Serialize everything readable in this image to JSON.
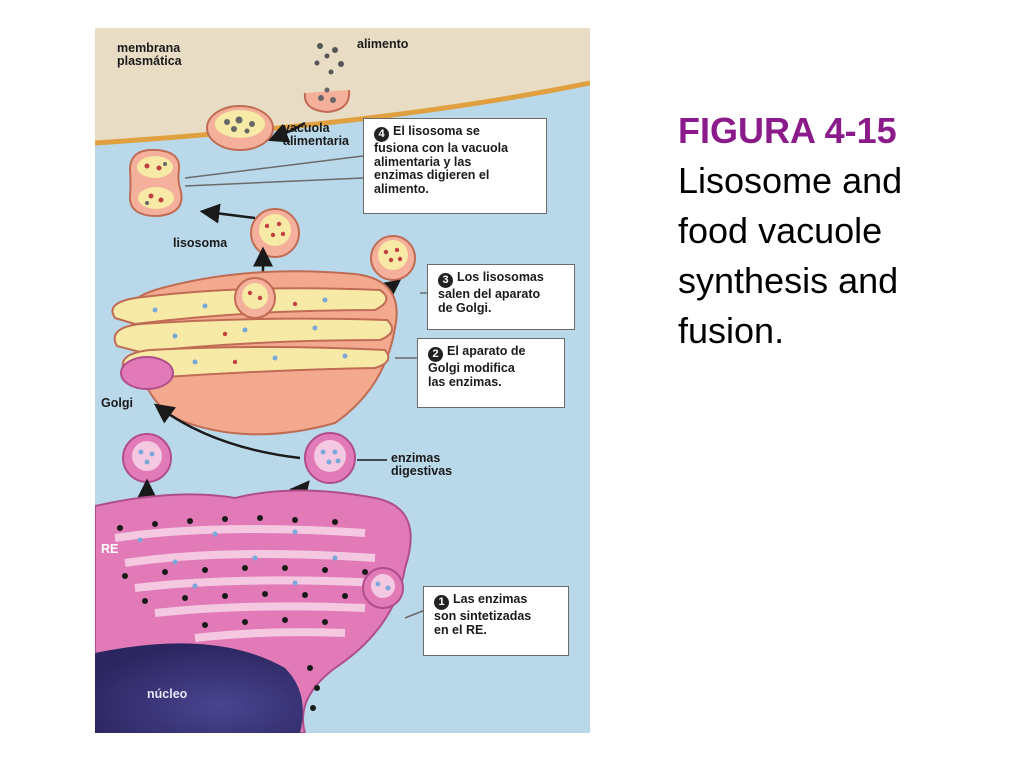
{
  "figure": {
    "labels": {
      "membrana": "membrana\nplasmática",
      "alimento": "alimento",
      "vacuola": "vacuola\nalimentaria",
      "lisosoma": "lisosoma",
      "golgi": "Golgi",
      "enzimas": "enzimas\ndigestivas",
      "re": "RE",
      "nucleo": "núcleo"
    },
    "callouts": [
      {
        "step": "4",
        "text": "El lisosoma se\nfusiona con la vacuola\nalimentaria y las\nenzimas digieren el\nalimento."
      },
      {
        "step": "3",
        "text": "Los lisosomas\nsalen del aparato\nde Golgi."
      },
      {
        "step": "2",
        "text": "El aparato de\nGolgi modifica\nlas enzimas."
      },
      {
        "step": "1",
        "text": "Las enzimas\nson sintetizadas\nen el RE."
      }
    ]
  },
  "caption": {
    "title": "FIGURA 4-15",
    "text": "Lisosome and\nfood vacuole\nsynthesis and\nfusion."
  },
  "colors": {
    "title": "#8b1a8b",
    "cytoplasm": "#b9d9ea",
    "exterior": "#e9dcc4",
    "golgi": "#f3a98e",
    "golgi_lumen": "#f7eaa6",
    "er": "#e27ab8",
    "nucleus": "#3b3575",
    "vesicle": "#f5b09c"
  }
}
